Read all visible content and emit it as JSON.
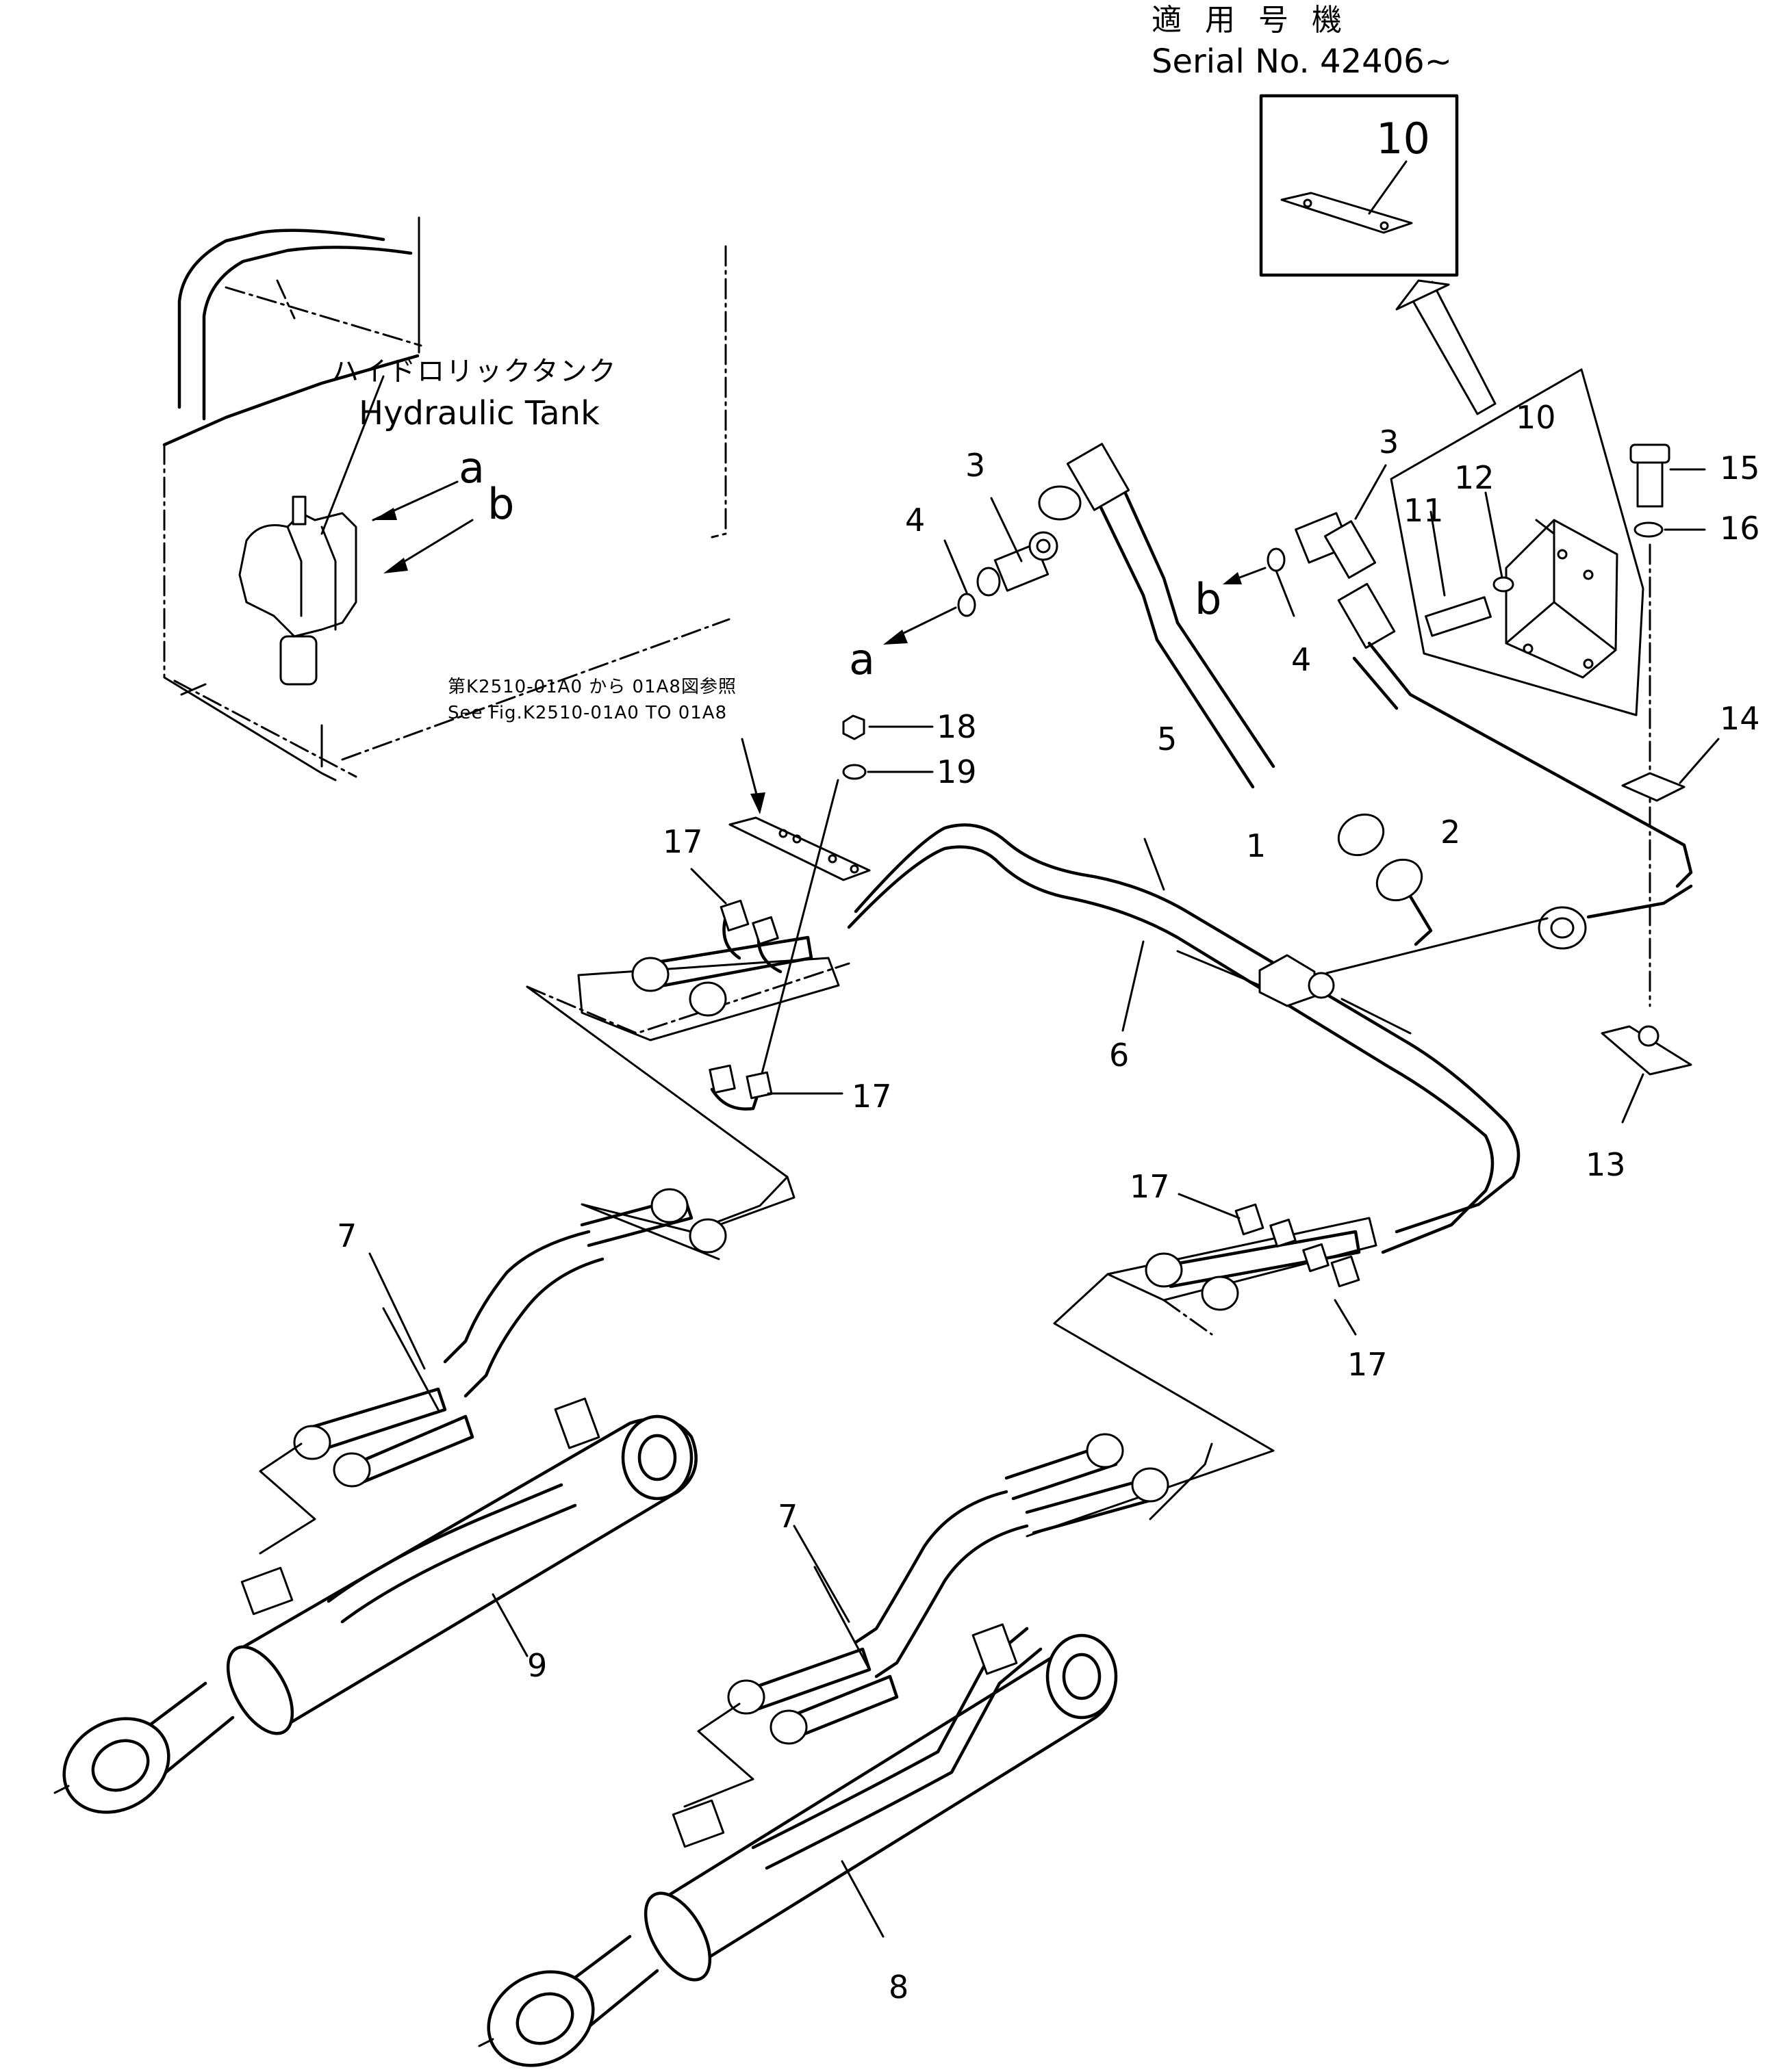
{
  "header": {
    "applicable_jp": "適 用 号 機",
    "serial": "Serial No. 42406~"
  },
  "inset": {
    "part": "10"
  },
  "tank": {
    "label_jp": "ハイドロリックタンク",
    "label_en": "Hydraulic Tank"
  },
  "reference": {
    "jp": "第K2510-01A0 から 01A8図参照",
    "en": "See Fig.K2510-01A0 TO 01A8"
  },
  "markers": {
    "a": "a",
    "b": "b"
  },
  "parts": {
    "p1": "1",
    "p2": "2",
    "p3": "3",
    "p4": "4",
    "p5": "5",
    "p6": "6",
    "p7": "7",
    "p8": "8",
    "p9": "9",
    "p10": "10",
    "p11": "11",
    "p12": "12",
    "p13": "13",
    "p14": "14",
    "p15": "15",
    "p16": "16",
    "p17": "17",
    "p18": "18",
    "p19": "19"
  }
}
